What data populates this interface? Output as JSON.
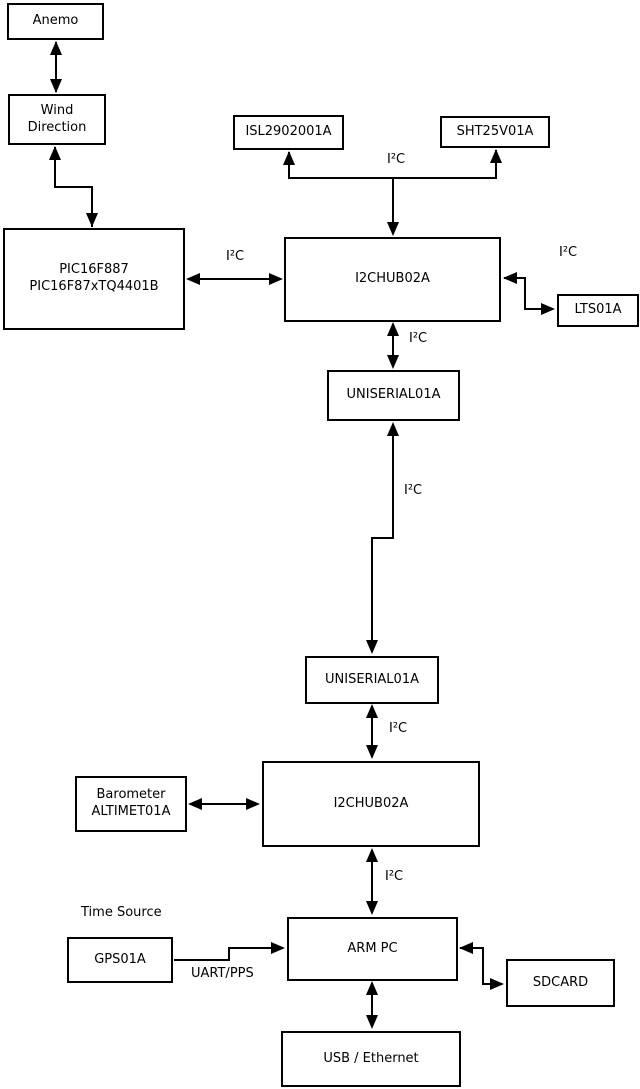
{
  "boxes": {
    "anemo": {
      "label": "Anemo"
    },
    "wind_direction": {
      "line1": "Wind",
      "line2": "Direction"
    },
    "pic": {
      "line1": "PIC16F887",
      "line2": "PIC16F87xTQ4401B"
    },
    "isl": {
      "label": "ISL2902001A"
    },
    "sht": {
      "label": "SHT25V01A"
    },
    "hub1": {
      "label": "I2CHUB02A"
    },
    "lts": {
      "label": "LTS01A"
    },
    "uniserial1": {
      "label": "UNISERIAL01A"
    },
    "uniserial2": {
      "label": "UNISERIAL01A"
    },
    "barometer": {
      "line1": "Barometer",
      "line2": "ALTIMET01A"
    },
    "hub2": {
      "label": "I2CHUB02A"
    },
    "gps": {
      "label": "GPS01A"
    },
    "arm_pc": {
      "label": "ARM PC"
    },
    "sdcard": {
      "label": "SDCARD"
    },
    "usb_ethernet": {
      "label": "USB / Ethernet"
    }
  },
  "edge_labels": {
    "i2c_sensor_bus": "I²C",
    "i2c_pic_hub1": "I²C",
    "i2c_hub1_lts": "I²C",
    "i2c_hub1_uniserial1": "I²C",
    "i2c_uniserial1_uniserial2": "I²C",
    "i2c_uniserial2_hub2": "I²C",
    "i2c_hub2_armpc": "I²C",
    "uart_pps": "UART/PPS",
    "time_source": "Time Source"
  },
  "colors": {
    "line": "#000000",
    "box_border": "#000000",
    "box_fill": "#ffffff",
    "background": "#ffffff",
    "text": "#000000"
  }
}
